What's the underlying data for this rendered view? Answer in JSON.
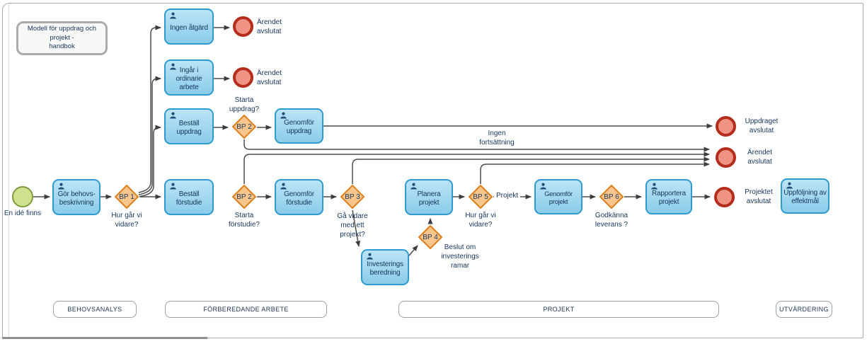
{
  "note": {
    "text": "Modell för uppdrag och projekt -\nhandbok"
  },
  "start_event": {
    "label": "En idé finns"
  },
  "tasks": [
    {
      "label": "Gör behovs-\nbeskrivning"
    },
    {
      "label": "Ingen åtgärd"
    },
    {
      "label": "Ingår i ordinarie\narbete"
    },
    {
      "label": "Beställ uppdrag"
    },
    {
      "label": "Beställ förstudie"
    },
    {
      "label": "Genomför\nuppdrag"
    },
    {
      "label": "Genomför\nförstudie"
    },
    {
      "label": "Investerings\nberedning"
    },
    {
      "label": "Planera projekt"
    },
    {
      "label": "Genomför projekt"
    },
    {
      "label": "Rapportera\nprojekt"
    },
    {
      "label": "Uppföljning av\neffektmål"
    }
  ],
  "gateways": [
    {
      "label": "BP 1",
      "question": "Hur går vi\nvidare?"
    },
    {
      "label": "BP 2",
      "question": "Starta\nuppdrag?"
    },
    {
      "label": "BP 2",
      "question": "Starta\nförstudie?"
    },
    {
      "label": "BP 3",
      "question": "Gå vidare\nmed ett\nprojekt?"
    },
    {
      "label": "BP 4",
      "question": "Beslut om\ninvesterings\nramar"
    },
    {
      "label": "BP 5",
      "question": "Hur går vi\nvidare?"
    },
    {
      "label": "BP 6",
      "question": "Godkänna\nleverans ?"
    }
  ],
  "end_events": [
    {
      "label": "Ärendet\navslutat"
    },
    {
      "label": "Ärendet\navslutat"
    },
    {
      "label": "Uppdraget\navslutat"
    },
    {
      "label": "Ärendet\navslutat"
    },
    {
      "label": "Projektet\navslutat"
    }
  ],
  "edge_labels": {
    "ingen_fortsattning": "Ingen\nfortsättning",
    "projekt": "Projekt"
  },
  "lanes": [
    {
      "label": "BEHOVSANALYS"
    },
    {
      "label": "FÖRBEREDANDE ARBETE"
    },
    {
      "label": "PROJEKT"
    },
    {
      "label": "UTVÄRDERING"
    }
  ],
  "colors": {
    "task_fill": "#9fd4ee",
    "task_border": "#2e9ad0",
    "gateway_fill": "#f8c68d",
    "gateway_border": "#df8020",
    "end_fill": "#ef9484",
    "end_border": "#b42d1b",
    "start_fill": "#cfe18c",
    "start_border": "#7f9d40",
    "connector": "#4d4d4d",
    "text": "#17365d"
  }
}
